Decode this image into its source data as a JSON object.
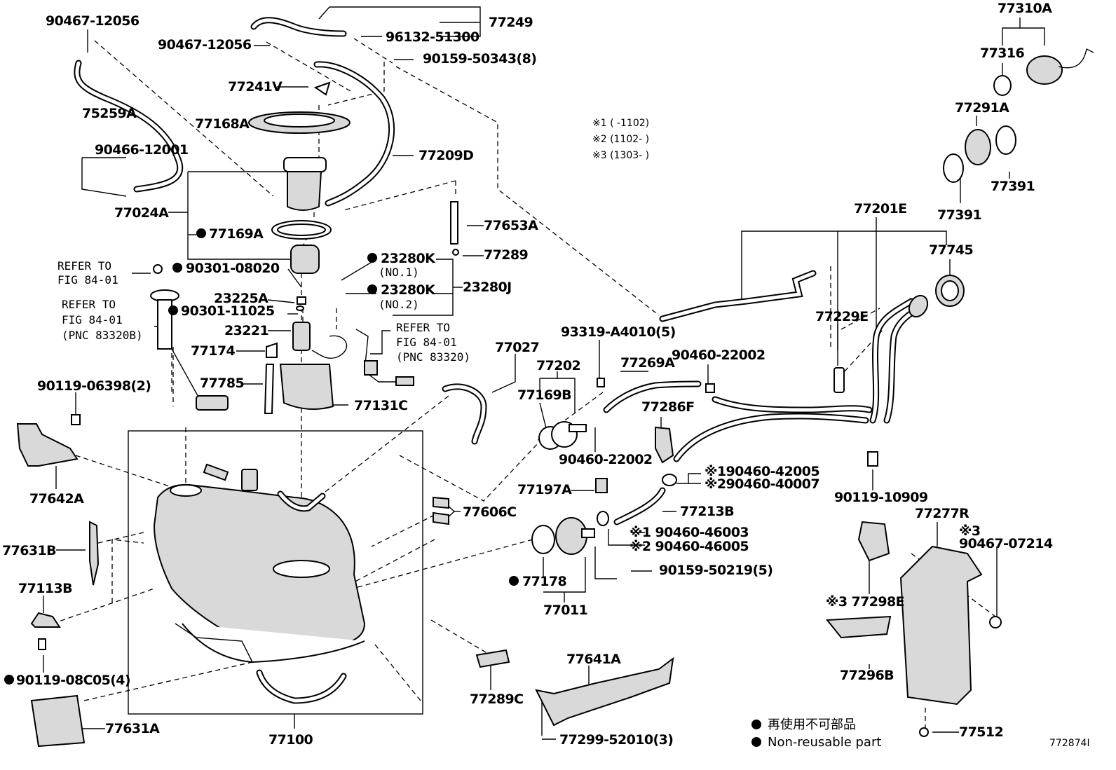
{
  "notes": {
    "n1": "※1 (     -1102)",
    "n2": "※2 (1102-     )",
    "n3": "※3 (1303-     )"
  },
  "legend": {
    "jp": "再使用不可部品",
    "en": "Non-reusable part"
  },
  "figure_id": "772874I",
  "labels": {
    "p90467_12056a": "90467-12056",
    "p90467_12056b": "90467-12056",
    "p77249": "77249",
    "p96132_51300": "96132-51300",
    "p90159_50343": "90159-50343(8)",
    "p77241V": "77241V",
    "p77168A": "77168A",
    "p75259A": "75259A",
    "p90466_12001": "90466-12001",
    "p77209D": "77209D",
    "p77024A": "77024A",
    "p77169A": "77169A",
    "p77653A": "77653A",
    "p77289": "77289",
    "p23280K1": "23280K",
    "p23280K1n": "(NO.1)",
    "p23280K2": "23280K",
    "p23280K2n": "(NO.2)",
    "p23280J": "23280J",
    "p90301_08020": "90301-08020",
    "refer1a": "REFER TO",
    "refer1b": "FIG 84-01",
    "refer2a": "REFER TO",
    "refer2b": "FIG 84-01",
    "refer2c": "(PNC 83320B)",
    "p23225A": "23225A",
    "p90301_11025": "90301-11025",
    "p23221": "23221",
    "refer3a": "REFER TO",
    "refer3b": "FIG 84-01",
    "refer3c": "(PNC 83320)",
    "p77174": "77174",
    "p77785": "77785",
    "p77131C": "77131C",
    "p77027": "77027",
    "p90119_06398": "90119-06398(2)",
    "p77642A": "77642A",
    "p77631B": "77631B",
    "p77113B": "77113B",
    "p90119_08C05": "90119-08C05(4)",
    "p77631A": "77631A",
    "p77100": "77100",
    "p77606C": "77606C",
    "p77289C": "77289C",
    "p77641A": "77641A",
    "p77299_52010": "77299-52010(3)",
    "p93319": "93319-A4010(5)",
    "p77202": "77202",
    "p77169B": "77169B",
    "p77269A": "77269A",
    "p90460_22002a": "90460-22002",
    "p90460_22002b": "90460-22002",
    "p77286F": "77286F",
    "p90460_42005": "※190460-42005",
    "p90460_40007": "※290460-40007",
    "p77197A": "77197A",
    "p77213B": "77213B",
    "p90460_46003": "※1 90460-46003",
    "p90460_46005": "※2 90460-46005",
    "p90159_50219": "90159-50219(5)",
    "p77178": "77178",
    "p77011": "77011",
    "p77310A": "77310A",
    "p77316": "77316",
    "p77291A": "77291A",
    "p77391a": "77391",
    "p77391b": "77391",
    "p77201E": "77201E",
    "p77745": "77745",
    "p77229E": "77229E",
    "p90119_10909": "90119-10909",
    "p77277R": "77277R",
    "p90467_07214n": "※3",
    "p90467_07214": "90467-07214",
    "p77298E": "※3 77298E",
    "p77296B": "77296B",
    "p77512": "77512"
  }
}
